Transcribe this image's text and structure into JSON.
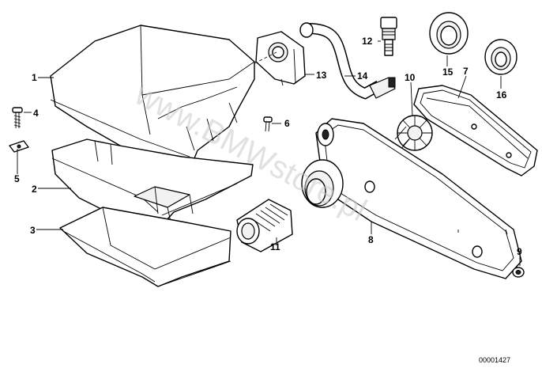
{
  "watermark": "www.BMWstore.pl",
  "reference_number": "00001427",
  "callouts": [
    {
      "id": "1",
      "label": "1"
    },
    {
      "id": "2",
      "label": "2"
    },
    {
      "id": "3",
      "label": "3"
    },
    {
      "id": "4",
      "label": "4"
    },
    {
      "id": "5",
      "label": "5"
    },
    {
      "id": "6",
      "label": "6"
    },
    {
      "id": "7",
      "label": "7"
    },
    {
      "id": "8",
      "label": "8"
    },
    {
      "id": "9",
      "label": "9"
    },
    {
      "id": "10",
      "label": "10"
    },
    {
      "id": "11",
      "label": "11"
    },
    {
      "id": "12",
      "label": "12"
    },
    {
      "id": "13",
      "label": "13"
    },
    {
      "id": "14",
      "label": "14"
    },
    {
      "id": "15",
      "label": "15"
    },
    {
      "id": "16",
      "label": "16"
    }
  ]
}
